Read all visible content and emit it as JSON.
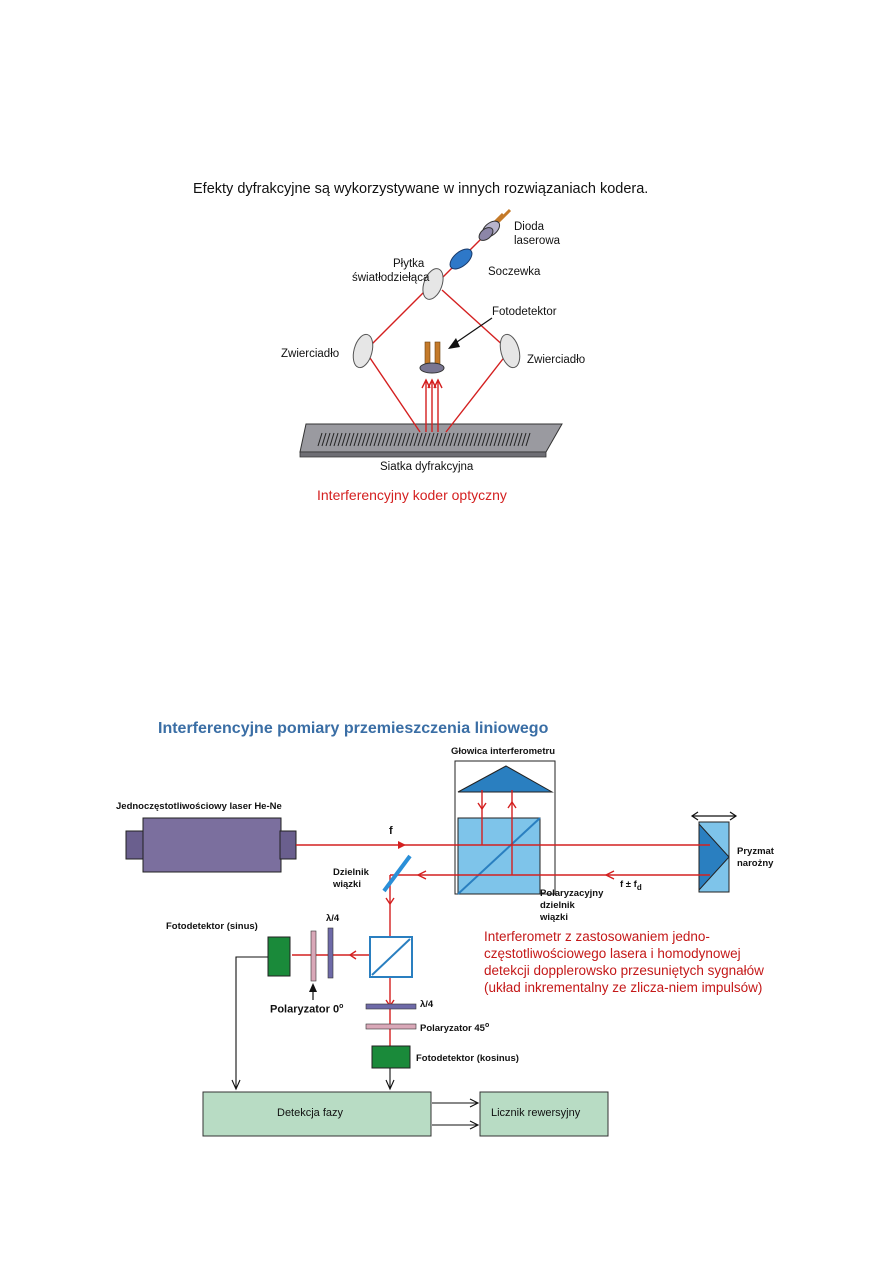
{
  "section1": {
    "intro": "Efekty dyfrakcyjne są wykorzystywane w innych rozwiązaniach kodera.",
    "labels": {
      "dioda": [
        "Dioda",
        "laserowa"
      ],
      "soczewka": "Soczewka",
      "plytka": [
        "Płytka",
        "światłodziełąca"
      ],
      "fotodetektor": "Fotodetektor",
      "zwierciadlo_left": "Zwierciadło",
      "zwierciadlo_right": "Zwierciadło",
      "siatka": "Siatka dyfrakcyjna"
    },
    "caption": "Interferencyjny koder optyczny"
  },
  "section2": {
    "title": "Interferencyjne pomiary przemieszczenia liniowego",
    "labels": {
      "glowica": "Głowica interferometru",
      "laser": "Jednoczęstotliwościowy laser He-Ne",
      "f": "f",
      "pryzmat": [
        "Pryzmat",
        "narożny"
      ],
      "dzielnik": [
        "Dzielnik",
        "wiązki"
      ],
      "f_pm_fd": "f ± f",
      "fd_sub": "d",
      "polaryzacyjny": [
        "Polaryzacyjny",
        "dzielnik",
        "wiązki"
      ],
      "fotodetektor_sinus": "Fotodetektor (sinus)",
      "lambda4_top": "λ/4",
      "polaryzator0": "Polaryzator 0",
      "lambda4_bottom": "λ/4",
      "polaryzator45": "Polaryzator 45",
      "fotodetektor_kosinus": "Fotodetektor (kosinus)",
      "detekcja": "Detekcja fazy",
      "licznik": "Licznik rewersyjny"
    },
    "note": "Interferometr z zastosowaniem jedno-częstotliwościowego lasera i homodynowej detekcji dopplerowsko przesuniętych sygnałów (układ inkrementalny ze zlicza-niem impulsów)"
  },
  "colors": {
    "beam": "#d42020",
    "laser_body": "#7b6f9e",
    "glass": "#7ec4ea",
    "glass_dark": "#2a7fc0",
    "detector_green": "#1a8a3a",
    "box_green": "#b8dcc4",
    "title_blue": "#3a6ea5"
  }
}
